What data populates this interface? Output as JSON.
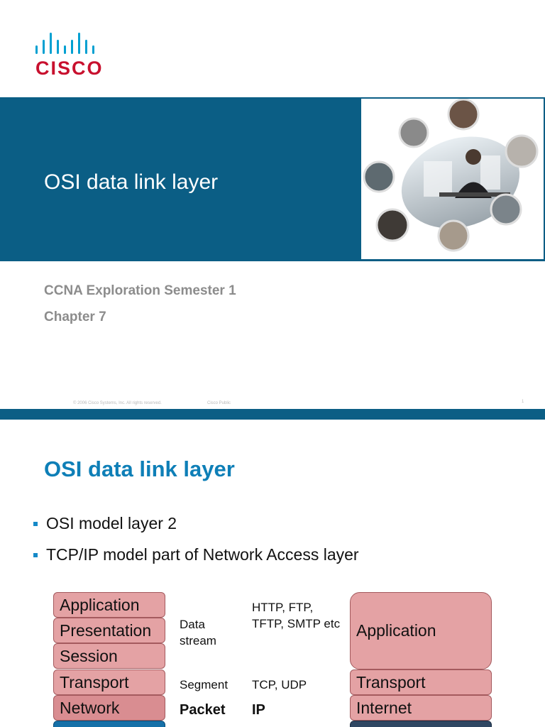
{
  "slide1": {
    "logo_text": "CISCO",
    "title": "OSI data link layer",
    "subtitle_1": "CCNA Exploration Semester 1",
    "subtitle_2": "Chapter 7",
    "footer_copyright": "© 2006 Cisco Systems, Inc. All rights reserved.",
    "footer_classification": "Cisco Public",
    "page_number": "1"
  },
  "slide2": {
    "title": "OSI data link layer",
    "bullets": [
      "OSI model layer 2",
      "TCP/IP model part of Network Access layer"
    ],
    "osi_layers": [
      "Application",
      "Presentation",
      "Session",
      "Transport",
      "Network"
    ],
    "pdu": {
      "data": "Data stream",
      "segment": "Segment",
      "packet": "Packet"
    },
    "protocols": {
      "application": "HTTP, FTP, TFTP, SMTP etc",
      "transport": "TCP, UDP",
      "network": "IP"
    },
    "tcpip_layers": [
      "Application",
      "Transport",
      "Internet"
    ]
  },
  "colors": {
    "brand_blue": "#0b5e85",
    "title_blue": "#0e7fb7",
    "cisco_red": "#c8102e",
    "layer_pink": "#e4a2a4"
  }
}
